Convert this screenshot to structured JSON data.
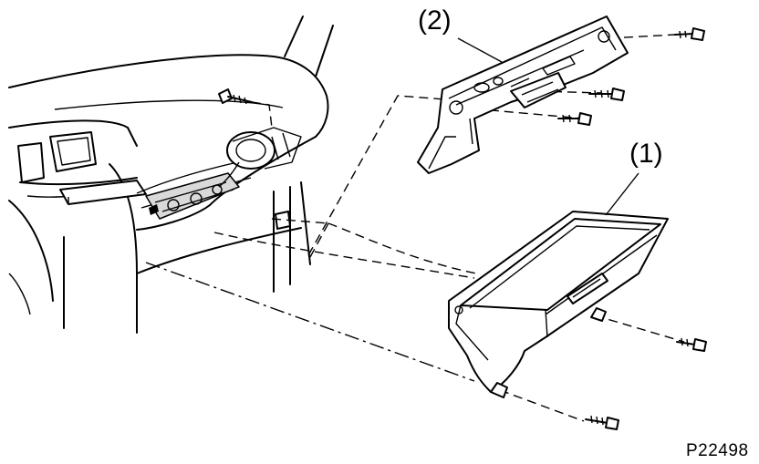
{
  "labels": {
    "part_1": "(1)",
    "part_2": "(2)",
    "figure_code": "P22498"
  }
}
